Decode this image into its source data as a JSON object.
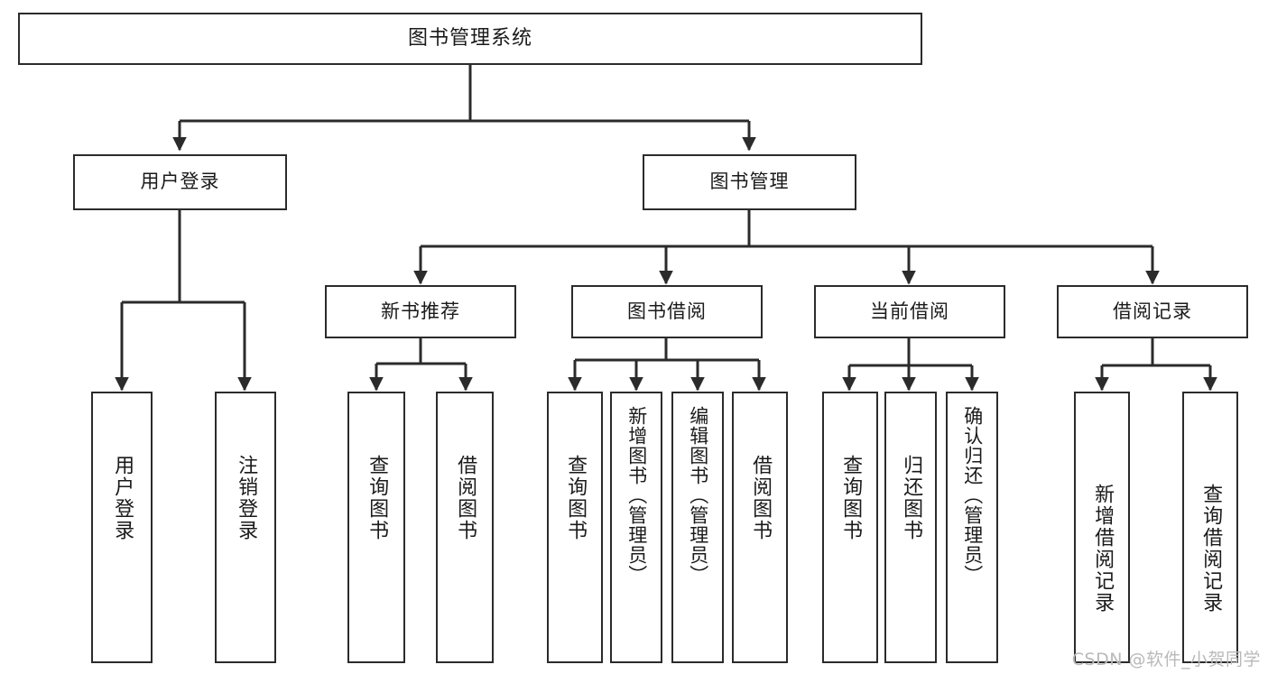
{
  "diagram": {
    "title": "图书管理系统",
    "watermark": "CSDN @软件_小贺同学",
    "line_color": "#2b2b2b",
    "box_fill": "#ffffff",
    "text_color": "#1a1a1a",
    "watermark_color": "#b9b9b9"
  },
  "nodes": {
    "root": {
      "label": "图书管理系统"
    },
    "level2": [
      {
        "label": "用户登录"
      },
      {
        "label": "图书管理"
      }
    ],
    "level3": [
      {
        "label": "新书推荐"
      },
      {
        "label": "图书借阅"
      },
      {
        "label": "当前借阅"
      },
      {
        "label": "借阅记录"
      }
    ],
    "leaves": {
      "user_login": [
        {
          "label": "用户登录"
        },
        {
          "label": "注销登录"
        }
      ],
      "new_book_recommend": [
        {
          "label": "查询图书"
        },
        {
          "label": "借阅图书"
        }
      ],
      "book_borrow": [
        {
          "label": "查询图书"
        },
        {
          "label": "新增图书（管理员）"
        },
        {
          "label": "编辑图书（管理员）"
        },
        {
          "label": "借阅图书"
        }
      ],
      "current_borrow": [
        {
          "label": "查询图书"
        },
        {
          "label": "归还图书"
        },
        {
          "label": "确认归还（管理员）"
        }
      ],
      "borrow_record": [
        {
          "label": "新增借阅记录"
        },
        {
          "label": "查询借阅记录"
        }
      ]
    }
  }
}
